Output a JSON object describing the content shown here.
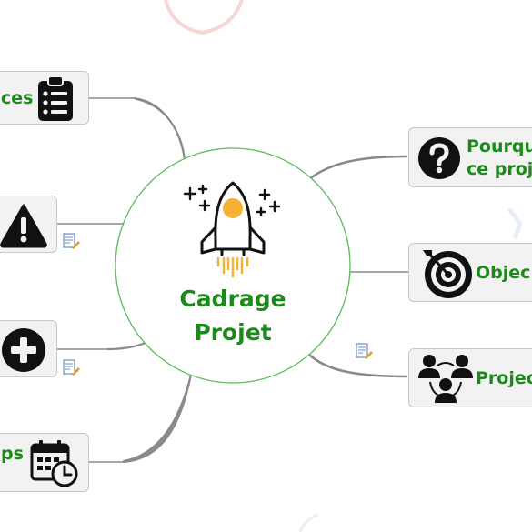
{
  "center": {
    "title_line1": "Cadrage",
    "title_line2": "Projet"
  },
  "left_branches": [
    {
      "label": "ces",
      "icon": "clipboard-list-icon"
    },
    {
      "label": "",
      "icon": "warning-icon"
    },
    {
      "label": "",
      "icon": "plus-circle-icon"
    },
    {
      "label": "ps",
      "icon": "calendar-clock-icon"
    }
  ],
  "right_branches": [
    {
      "label_line1": "Pourqu",
      "label_line2": "ce proj",
      "icon": "question-icon"
    },
    {
      "label": "Objec",
      "icon": "target-icon"
    },
    {
      "label": "Projec",
      "icon": "team-icon"
    }
  ],
  "colors": {
    "accent_green": "#1b8a1b",
    "rocket_orange": "#f5b335",
    "node_fill": "#f2f2f2",
    "connector": "#8a8a8a"
  }
}
